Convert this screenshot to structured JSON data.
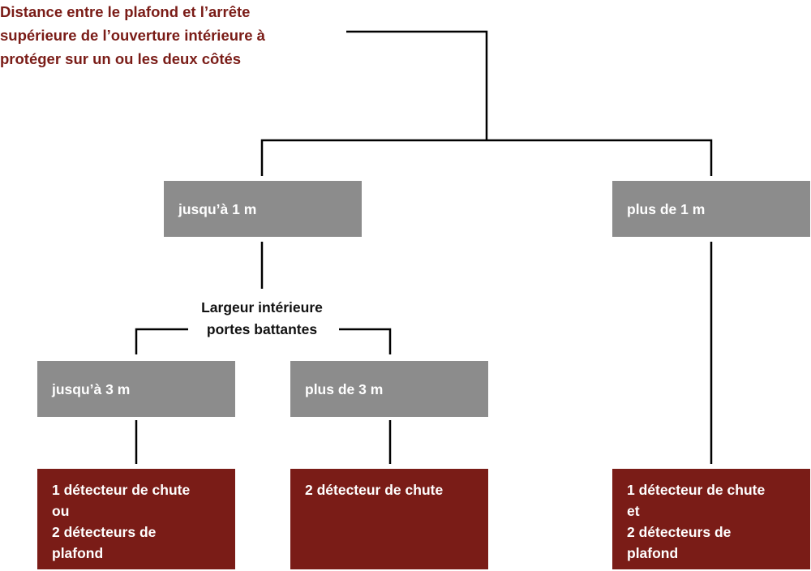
{
  "title_lines": [
    "Distance entre le plafond et l’arrête",
    "supérieure de l’ouverture intérieure à",
    "protéger sur un ou les deux côtés"
  ],
  "level1": {
    "left": "jusqu’à 1 m",
    "right": "plus de 1 m"
  },
  "sub_label": [
    "Largeur intérieure",
    "portes battantes"
  ],
  "level2": {
    "left": "jusqu’à 3 m",
    "right": "plus de 3 m"
  },
  "results": {
    "r1": [
      "1 détecteur de chute",
      "ou",
      "2 détecteurs de",
      "plafond"
    ],
    "r2": [
      "2 détecteur de chute"
    ],
    "r3": [
      "1 détecteur de chute",
      "et",
      "2 détecteurs de",
      "plafond"
    ]
  },
  "colors": {
    "accent": "#7a1c17",
    "box_gray": "#8c8c8c",
    "line": "#000000"
  }
}
